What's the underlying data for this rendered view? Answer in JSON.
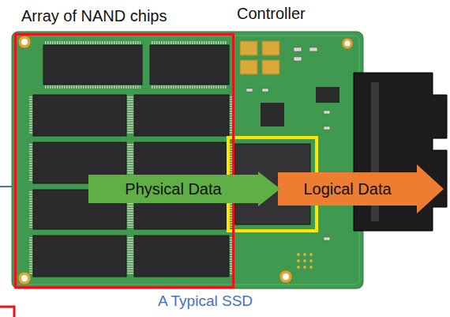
{
  "diagram": {
    "caption": "A Typical SSD",
    "nodes": [
      {
        "text": [
          "Array of NAND chips"
        ]
      },
      {
        "text": [
          "Physical Data"
        ]
      },
      {
        "text": [
          "Logical Data"
        ]
      }
    ],
    "labels": [
      "Controller"
    ]
  }
}
